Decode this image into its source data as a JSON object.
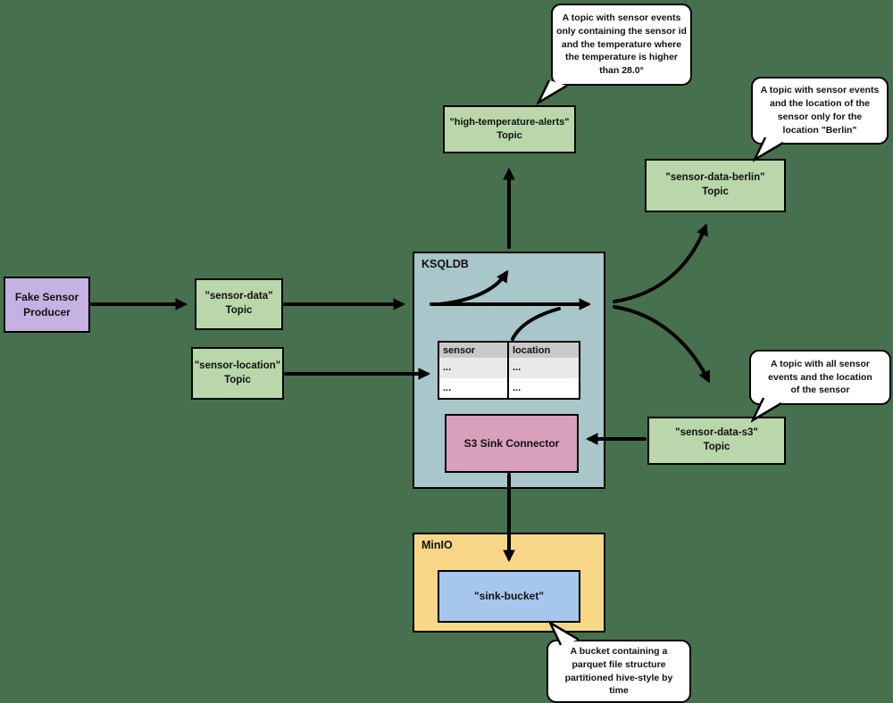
{
  "background": "#47714e",
  "palette": {
    "topic_green": "#b9d7aa",
    "producer_purple": "#c6b2e2",
    "ksqldb_teal": "#a9c6ca",
    "connector_pink": "#d9a0bb",
    "minio_yellow": "#f7d787",
    "bucket_blue": "#a7c6ec",
    "callout_bg": "#ffffff",
    "stroke": "#000000",
    "table_header_bg": "#c9c9c9",
    "table_row_alt_bg": "#e9e9e9"
  },
  "containers": {
    "ksqldb": {
      "label": "KSQLDB"
    },
    "minio": {
      "label": "MinIO"
    }
  },
  "nodes": {
    "producer": {
      "label": "Fake Sensor\nProducer"
    },
    "topic_sensor_data": {
      "label": "\"sensor-data\"\nTopic"
    },
    "topic_sensor_location": {
      "label": "\"sensor-location\"\nTopic"
    },
    "topic_high_temp": {
      "label": "\"high-temperature-alerts\"\nTopic"
    },
    "topic_berlin": {
      "label": "\"sensor-data-berlin\"\nTopic"
    },
    "topic_s3": {
      "label": "\"sensor-data-s3\"\nTopic"
    },
    "s3_connector": {
      "label": "S3 Sink Connector"
    },
    "sink_bucket": {
      "label": "\"sink-bucket\""
    }
  },
  "callouts": {
    "high_temp": {
      "text": "A topic with sensor events\nonly containing the sensor id\nand the temperature where\nthe temperature is higher\nthan 28.0°"
    },
    "berlin": {
      "text": "A topic with sensor events\nand the location of the\nsensor only for the\nlocation \"Berlin\""
    },
    "all_events": {
      "text": "A topic with all sensor\nevents and the location\nof the sensor"
    },
    "bucket": {
      "text": "A bucket containing a\nparquet file structure\npartitioned hive-style by\ntime"
    }
  },
  "table": {
    "headers": [
      "sensor",
      "location"
    ],
    "rows": [
      [
        "...",
        "..."
      ],
      [
        "...",
        "..."
      ]
    ]
  }
}
